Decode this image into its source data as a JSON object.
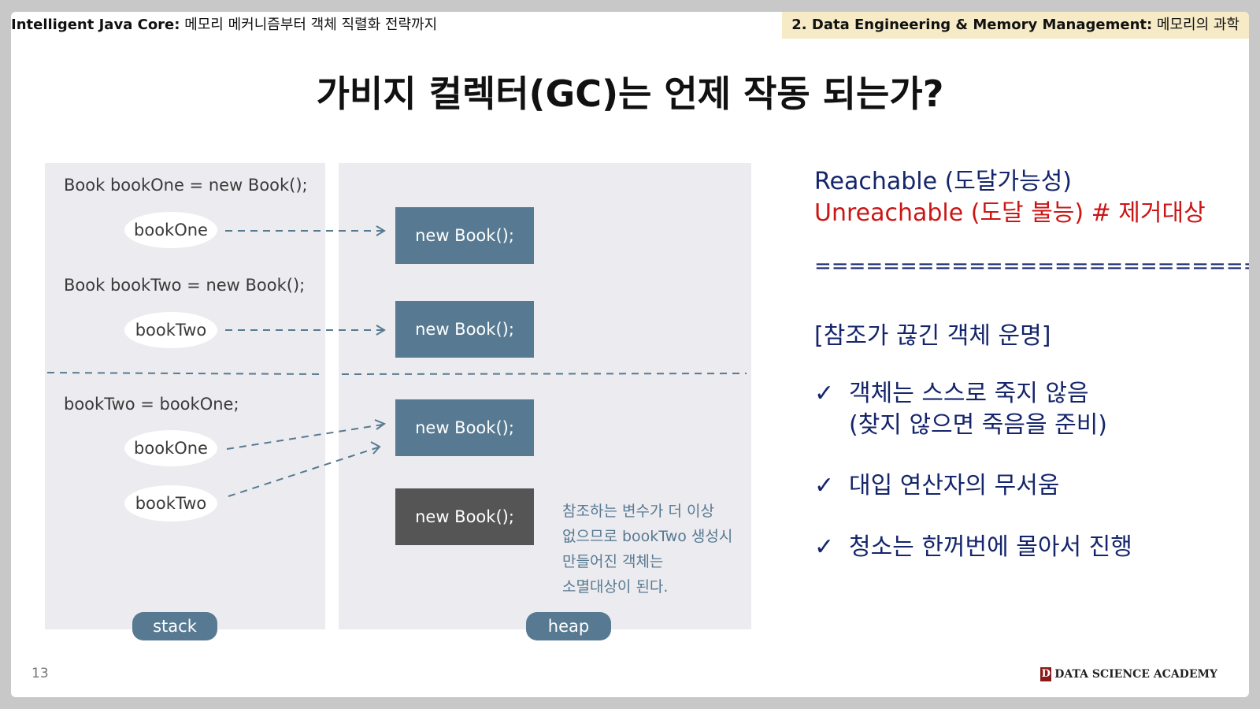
{
  "header": {
    "left_bold": "Intelligent Java Core:",
    "left_text": " 메모리 메커니즘부터 객체 직렬화 전략까지",
    "right_bold": "2. Data Engineering & Memory Management:",
    "right_text": " 메모리의 과학"
  },
  "title": "가비지 컬렉터(GC)는 언제 작동 되는가?",
  "diagram": {
    "code1": "Book bookOne = new Book();",
    "code2": "Book bookTwo = new Book();",
    "code3": "bookTwo = bookOne;",
    "var_bookOne": "bookOne",
    "var_bookTwo": "bookTwo",
    "obj_label": "new Book();",
    "note_lines": [
      "참조하는 변수가 더 이상",
      "없으므로 bookTwo 생성시",
      "만들어진 객체는",
      "소멸대상이 된다."
    ],
    "stack_label": "stack",
    "heap_label": "heap",
    "colors": {
      "object": "#577a92",
      "dead_object": "#555555",
      "panel": "#ecebef"
    }
  },
  "right": {
    "reachable": "Reachable (도달가능성)",
    "unreachable": "Unreachable (도달 불능) # 제거대상",
    "divider": "==============================",
    "section": "[참조가 끊긴 객체 운명]",
    "check_icon": "✓",
    "items": [
      {
        "line1": "객체는 스스로 죽지 않음",
        "line2": "(찾지 않으면 죽음을 준비)"
      },
      {
        "line1": "대입 연산자의 무서움"
      },
      {
        "line1": "청소는 한꺼번에 몰아서 진행"
      }
    ],
    "colors": {
      "navy": "#15256b",
      "red": "#cc1515"
    }
  },
  "footer": {
    "page_number": "13",
    "logo_mark": "D",
    "logo_text": "DATA SCIENCE ACADEMY"
  }
}
